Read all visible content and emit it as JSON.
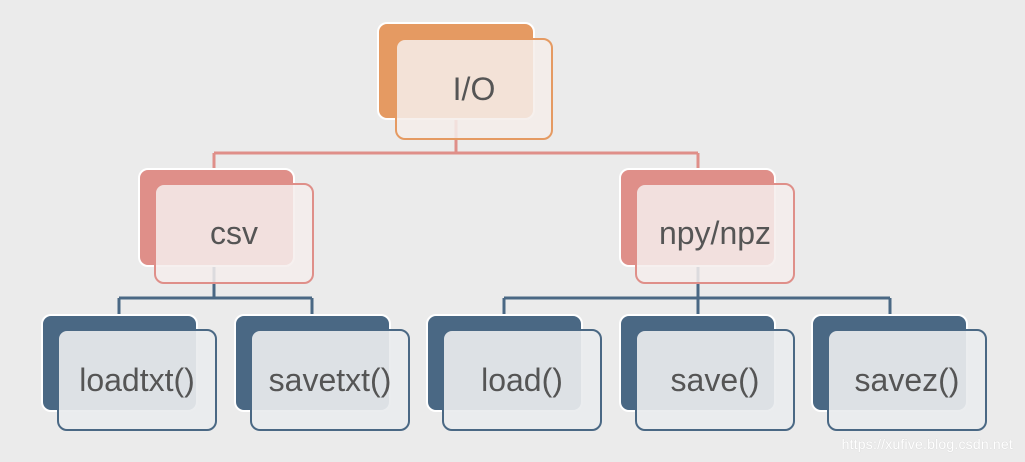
{
  "colors": {
    "background": "#ebebeb",
    "root": "#e59a62",
    "level1": "#df8f89",
    "level2": "#4a6884"
  },
  "nodes": {
    "root": {
      "label": "I/O"
    },
    "csv": {
      "label": "csv"
    },
    "npy": {
      "label": "npy/npz"
    },
    "loadtxt": {
      "label": "loadtxt()"
    },
    "savetxt": {
      "label": "savetxt()"
    },
    "load": {
      "label": "load()"
    },
    "save": {
      "label": "save()"
    },
    "savez": {
      "label": "savez()"
    }
  },
  "watermark": "https://xufive.blog.csdn.net"
}
